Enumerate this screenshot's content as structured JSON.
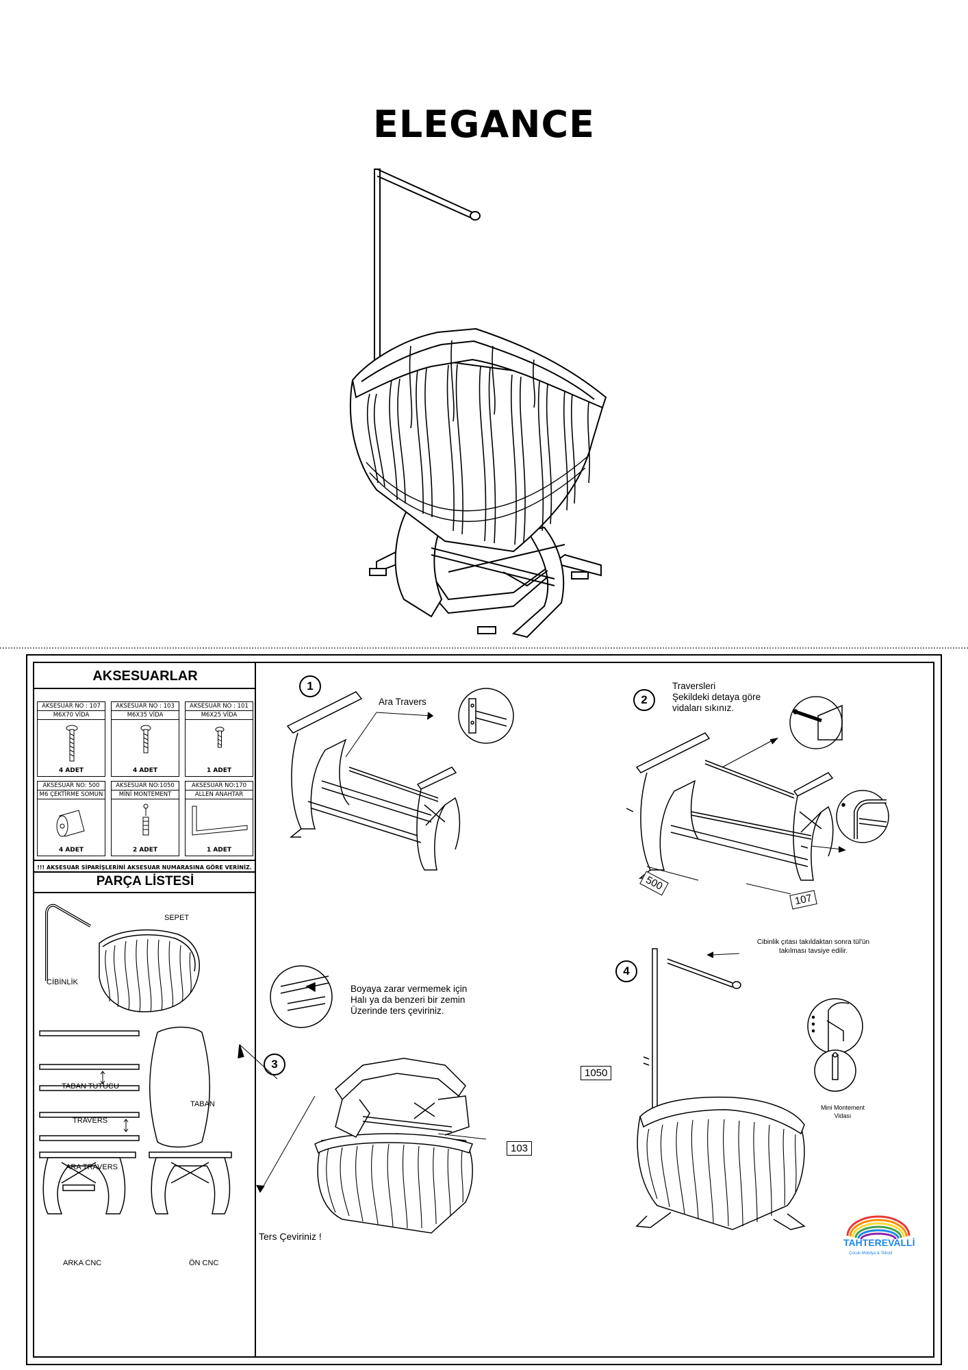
{
  "title": "ELEGANCE",
  "accessories": {
    "heading": "AKSESUARLAR",
    "items": [
      {
        "no": "AKSESUAR NO : 107",
        "name": "M6X70 VİDA",
        "qty": "4 ADET",
        "icon": "long-screw-icon"
      },
      {
        "no": "AKSESUAR NO : 103",
        "name": "M6X35 VİDA",
        "qty": "4 ADET",
        "icon": "medium-screw-icon"
      },
      {
        "no": "AKSESUAR NO : 101",
        "name": "M6X25 VİDA",
        "qty": "1 ADET",
        "icon": "short-screw-icon"
      },
      {
        "no": "AKSESUAR NO: 500",
        "name": "M6 ÇEKTİRME SOMUN",
        "qty": "4 ADET",
        "icon": "barrel-nut-icon"
      },
      {
        "no": "AKSESUAR NO:1050",
        "name": "MİNİ MONTEMENT",
        "qty": "2 ADET",
        "icon": "mini-fitting-icon"
      },
      {
        "no": "AKSESUAR NO:170",
        "name": "ALLEN ANAHTAR",
        "qty": "1 ADET",
        "icon": "allen-key-icon"
      }
    ],
    "note": "!!! AKSESUAR SİPARİŞLERİNİ AKSESUAR NUMARASINA GÖRE VERİNİZ."
  },
  "parts": {
    "heading": "PARÇA LİSTESİ",
    "cibinlik": "CİBİNLİK",
    "sepet": "SEPET",
    "taban_tutucu": "TABAN TUTUCU",
    "travers": "TRAVERS",
    "taban": "TABAN",
    "ara_travers": "ARA TRAVERS",
    "arka_cnc": "ARKA CNC",
    "on_cnc": "ÖN CNC"
  },
  "steps": {
    "s1": {
      "number": "1",
      "label": "Ara Travers"
    },
    "s2": {
      "number": "2",
      "note": [
        "Traversleri",
        "Şekildeki detaya göre",
        "vidaları sıkınız."
      ],
      "tag_a": "500",
      "tag_b": "107"
    },
    "s3": {
      "number": "3",
      "note": [
        "Boyaya zarar vermemek için",
        "Halı ya da benzeri bir zemin",
        "Üzerinde ters çeviriniz."
      ],
      "tag": "103",
      "flip": "Ters Çeviriniz !"
    },
    "s4": {
      "number": "4",
      "note": [
        "Cibinlik çıtası takıldaktan sonra tül'ün",
        "takılması tavsiye edilir."
      ],
      "tag": "1050",
      "fitting": [
        "Mini Montement",
        "Vidası"
      ]
    }
  },
  "brand": {
    "name": "TAHTEREVALLİ",
    "tagline": "Çocuk Mobilya & Tekstil",
    "colors": [
      "#e53935",
      "#fb8c00",
      "#fdd835",
      "#43a047",
      "#1e88e5",
      "#8e24aa"
    ]
  }
}
